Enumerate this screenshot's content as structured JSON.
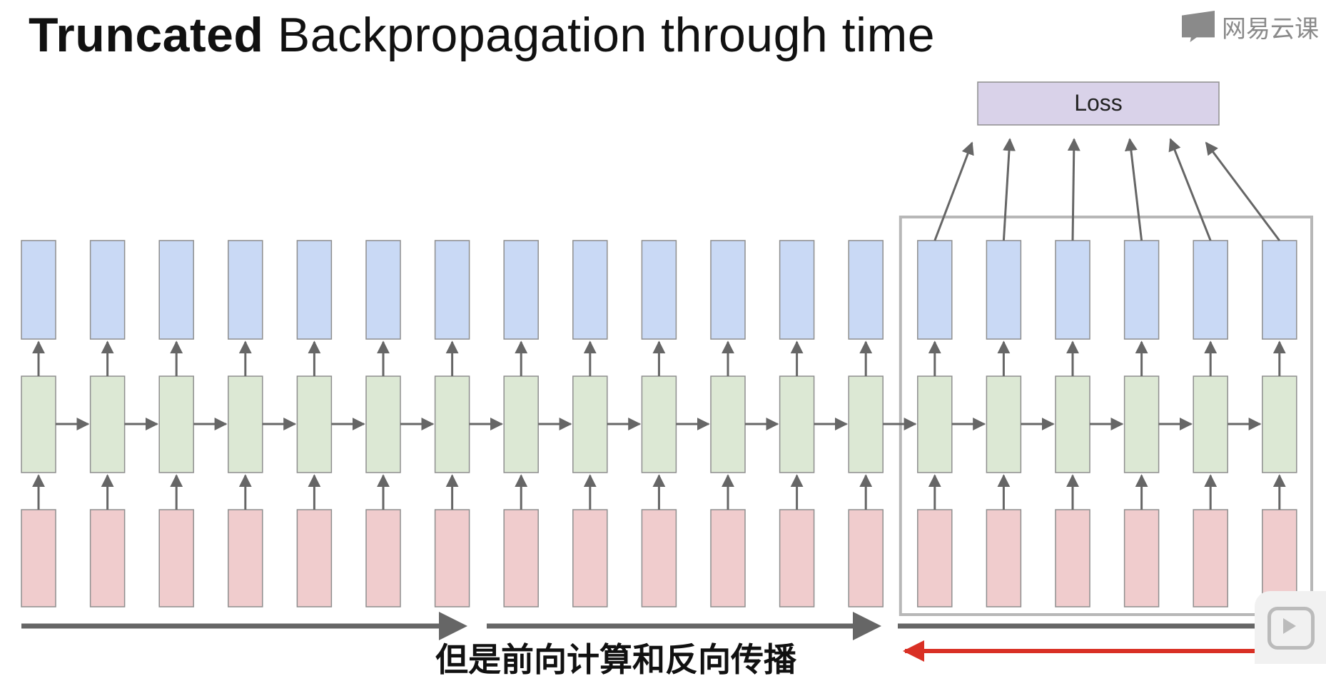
{
  "title": {
    "bold_part": "Truncated",
    "rest": " Backpropagation through time"
  },
  "watermark": {
    "text": "网易云课",
    "icon": "netease-cloud-classroom-logo"
  },
  "diagram": {
    "loss_label": "Loss",
    "timesteps": 19,
    "truncation_window_size": 6,
    "layers": [
      "output",
      "hidden",
      "input"
    ],
    "colors": {
      "output": "#c9d9f5",
      "hidden": "#dce8d4",
      "input": "#f0cccd",
      "loss": "#d9d2e9",
      "arrow": "#666666",
      "window": "#b7b7b7",
      "backward_arrow": "#d93025"
    },
    "forward_chunks": 3
  },
  "subtitle": "但是前向计算和反向传播",
  "corner_icon": "play-tv-icon"
}
